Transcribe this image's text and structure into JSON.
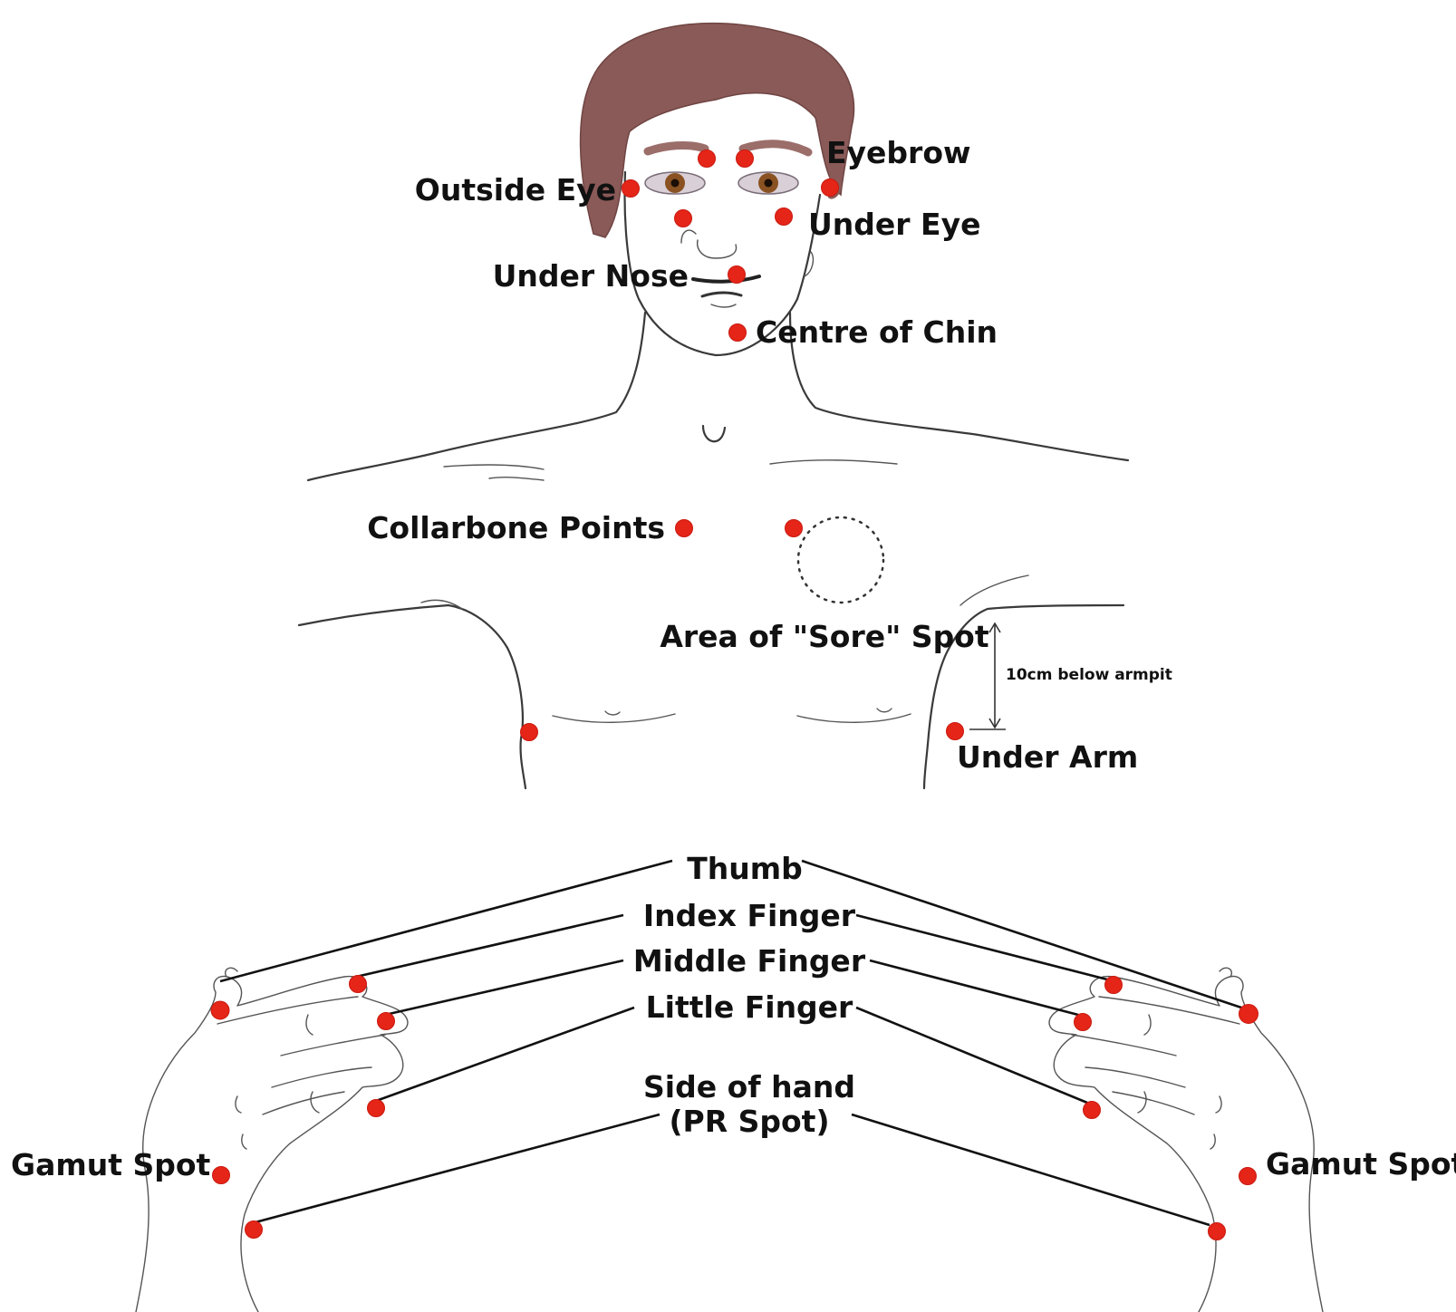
{
  "colors": {
    "point": "#e52518",
    "hair": "#8a5a58",
    "outline": "#3a3a3a",
    "text": "#111111"
  },
  "labels": {
    "eyebrow": "Eyebrow",
    "outside_eye": "Outside Eye",
    "under_eye": "Under Eye",
    "under_nose": "Under Nose",
    "centre_of_chin": "Centre of Chin",
    "collarbone_points": "Collarbone Points",
    "sore_spot": "Area of \"Sore\" Spot",
    "below_armpit": "10cm below armpit",
    "under_arm": "Under Arm",
    "thumb": "Thumb",
    "index_finger": "Index Finger",
    "middle_finger": "Middle Finger",
    "little_finger": "Little Finger",
    "side_of_hand_line1": "Side of hand",
    "side_of_hand_line2": "(PR Spot)",
    "gamut_spot": "Gamut Spot"
  }
}
